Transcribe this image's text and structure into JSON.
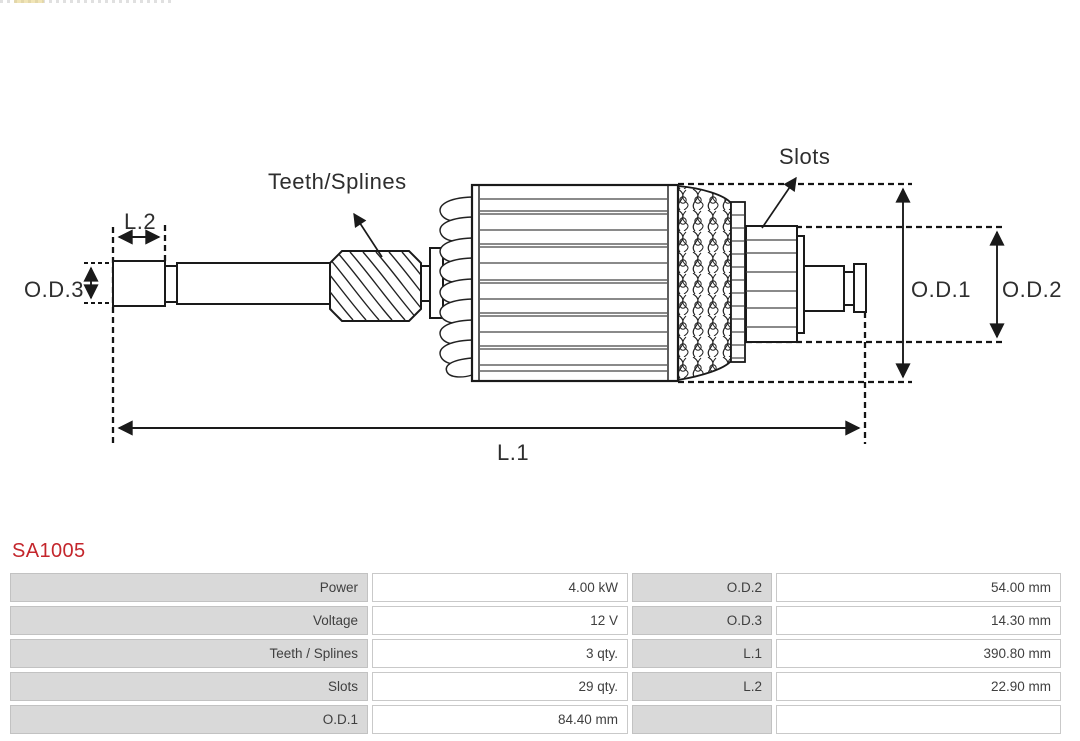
{
  "diagram": {
    "labels": {
      "teeth_splines": "Teeth/Splines",
      "slots": "Slots",
      "l1": "L.1",
      "l2": "L.2",
      "od1": "O.D.1",
      "od2": "O.D.2",
      "od3": "O.D.3"
    }
  },
  "part_number": "SA1005",
  "spec_table": {
    "rows": [
      {
        "label": "Power",
        "value": "4.00 kW",
        "label2": "O.D.2",
        "value2": "54.00 mm"
      },
      {
        "label": "Voltage",
        "value": "12 V",
        "label2": "O.D.3",
        "value2": "14.30 mm"
      },
      {
        "label": "Teeth / Splines",
        "value": "3 qty.",
        "label2": "L.1",
        "value2": "390.80 mm"
      },
      {
        "label": "Slots",
        "value": "29 qty.",
        "label2": "L.2",
        "value2": "22.90 mm"
      },
      {
        "label": "O.D.1",
        "value": "84.40 mm",
        "label2": "",
        "value2": ""
      }
    ]
  },
  "colors": {
    "part_number_red": "#c4262c",
    "table_label_bg": "#d9d9d9",
    "diagram_stroke": "#1a1a1a"
  }
}
